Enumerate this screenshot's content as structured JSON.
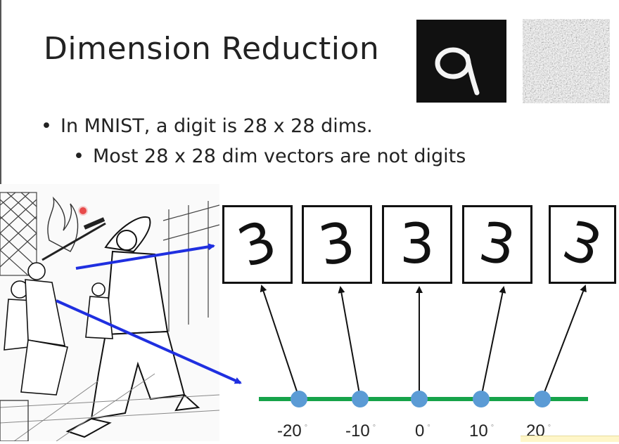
{
  "slide": {
    "title": "Dimension Reduction",
    "bullets": [
      {
        "text": "In MNIST, a digit is 28 x 28 dims."
      },
      {
        "text": "Most 28 x 28 dim vectors are not digits"
      }
    ]
  },
  "images": {
    "mnist_sample": {
      "digit": "9"
    },
    "noise_sample": {}
  },
  "digit_boxes": [
    {
      "label": "3",
      "rotation_deg": -20
    },
    {
      "label": "3",
      "rotation_deg": -10
    },
    {
      "label": "3",
      "rotation_deg": 0
    },
    {
      "label": "3",
      "rotation_deg": 10
    },
    {
      "label": "3",
      "rotation_deg": 20
    }
  ],
  "axis_labels": [
    {
      "text": "-20"
    },
    {
      "text": "-10"
    },
    {
      "text": "0"
    },
    {
      "text": "10"
    },
    {
      "text": "20"
    }
  ],
  "colors": {
    "axis_line": "#16a34a",
    "axis_point": "#5b9bd5",
    "pointer_arrow": "#1f2fe0",
    "connector": "#111111",
    "mnist_background": "#111111"
  }
}
